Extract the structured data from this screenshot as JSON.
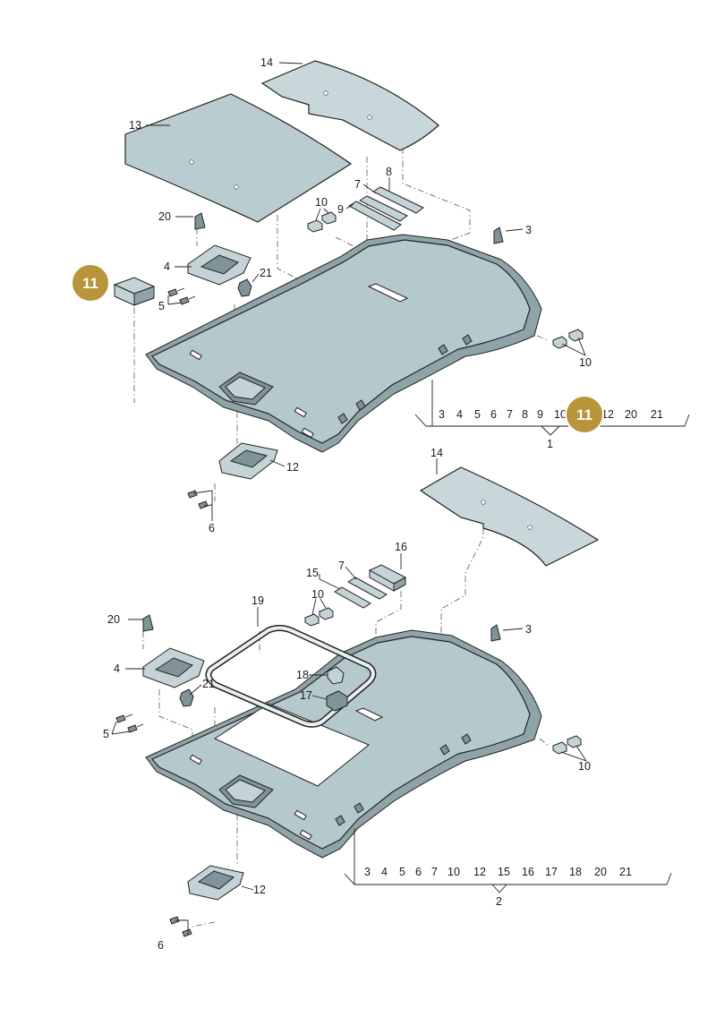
{
  "badge_color": "#b8953a",
  "badges": {
    "a": "11",
    "b": "11"
  },
  "upper": {
    "labels": {
      "p14": "14",
      "p13": "13",
      "p8": "8",
      "p7": "7",
      "p10a": "10",
      "p9": "9",
      "p20": "20",
      "p3": "3",
      "p4": "4",
      "p21": "21",
      "p5": "5",
      "p10b": "10",
      "p12": "12",
      "p6": "6"
    },
    "bracket_parts": [
      "3",
      "4",
      "5",
      "6",
      "7",
      "8",
      "9",
      "10",
      "11",
      "12",
      "20",
      "21"
    ],
    "assembly": "1"
  },
  "lower": {
    "labels": {
      "p14": "14",
      "p16": "16",
      "p15": "15",
      "p7": "7",
      "p10a": "10",
      "p19": "19",
      "p20": "20",
      "p3": "3",
      "p4": "4",
      "p18": "18",
      "p21": "21",
      "p17": "17",
      "p5": "5",
      "p10b": "10",
      "p12": "12",
      "p6": "6"
    },
    "bracket_parts": [
      "3",
      "4",
      "5",
      "6",
      "7",
      "10",
      "12",
      "15",
      "16",
      "17",
      "18",
      "20",
      "21"
    ],
    "assembly": "2"
  }
}
